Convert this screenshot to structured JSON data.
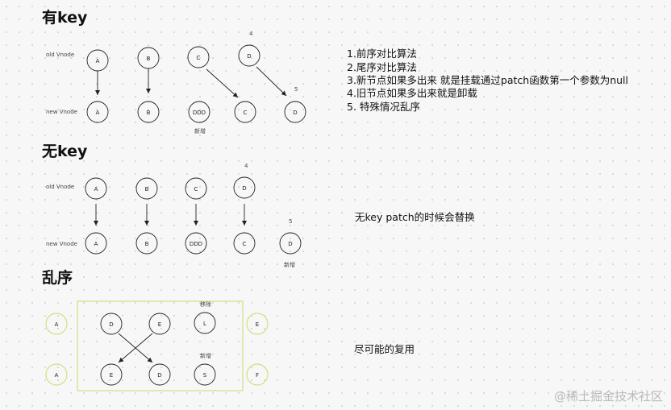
{
  "section_keyed": {
    "heading": "有key",
    "row_old_label": "old Vnode",
    "row_new_label": "new Vnode",
    "old_nodes": [
      "A",
      "B",
      "C",
      "D"
    ],
    "new_nodes": [
      "A",
      "B",
      "DDD",
      "C",
      "D"
    ],
    "index_old": "4",
    "index_new": "5",
    "added_label": "新增",
    "notes": [
      "1.前序对比算法",
      "2.尾序对比算法",
      "3.新节点如果多出来 就是挂载通过patch函数第一个参数为null",
      "4.旧节点如果多出来就是卸载",
      "5. 特殊情况乱序"
    ]
  },
  "section_unkeyed": {
    "heading": "无key",
    "row_old_label": "old Vnode",
    "row_new_label": "new Vnode",
    "old_nodes": [
      "A",
      "B",
      "C",
      "D"
    ],
    "new_nodes": [
      "A",
      "B",
      "DDD",
      "C",
      "D"
    ],
    "index_old": "4",
    "index_new": "5",
    "added_label": "新增",
    "note": "无key patch的时候会替换"
  },
  "section_disorder": {
    "heading": "乱序",
    "left_top": "A",
    "left_bottom": "A",
    "right_top": "E",
    "right_bottom": "F",
    "top_nodes": [
      "D",
      "E",
      "L"
    ],
    "bottom_nodes": [
      "E",
      "D",
      "S"
    ],
    "move_label": "移除",
    "add_label": "新增",
    "note": "尽可能的复用"
  },
  "colors": {
    "highlight": "#d4df82",
    "stroke": "#222222"
  },
  "watermark": "@稀土掘金技术社区"
}
